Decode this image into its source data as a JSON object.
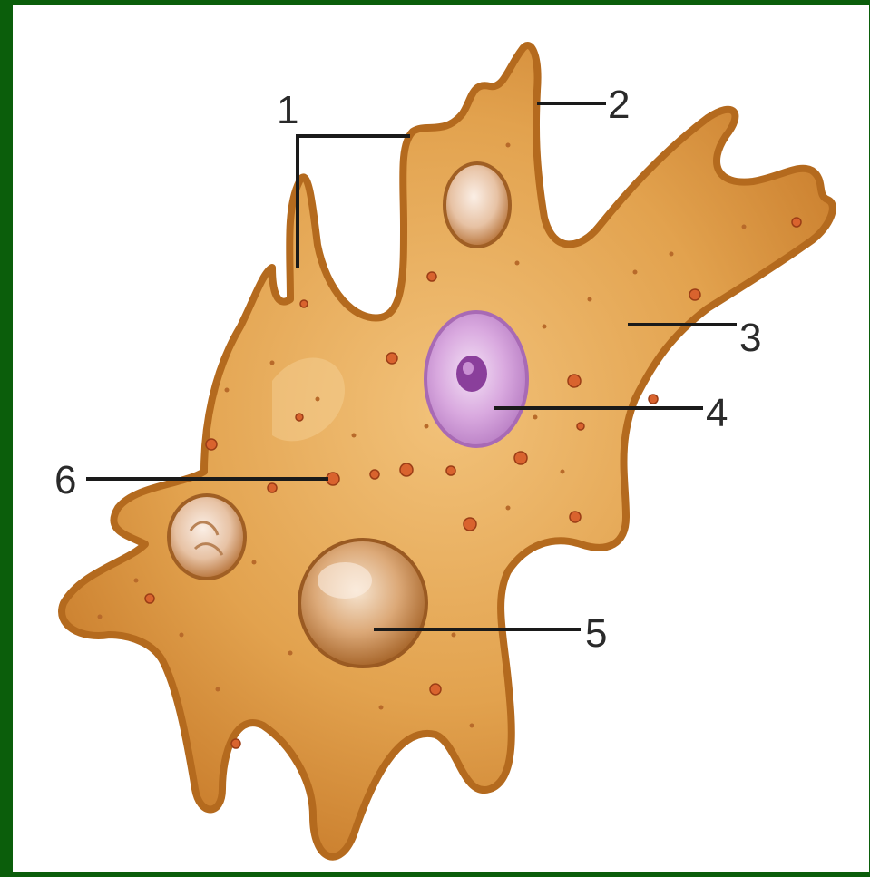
{
  "labels": {
    "pseudopod_1": "1",
    "pseudopod_2": "2",
    "cytoplasm": "3",
    "nucleus": "4",
    "vacuole": "5",
    "granule": "6"
  },
  "colors": {
    "slide_background": "#0b5e0b",
    "cell_body": "#e2a24e",
    "cell_edge": "#b46a1e",
    "nucleus": "#cf9ad8",
    "nucleolus": "#8a3f9b"
  }
}
